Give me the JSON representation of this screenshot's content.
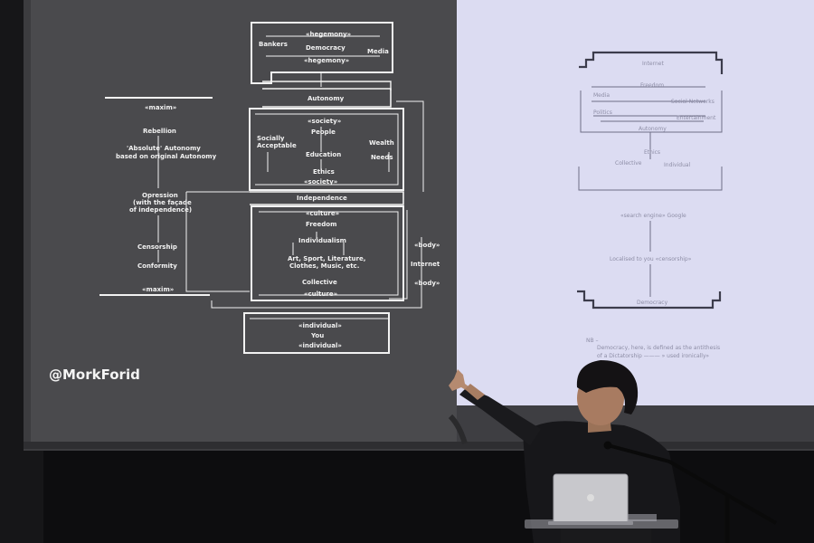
{
  "handle": "@MorkForid",
  "left_diagram": {
    "hegemony_top": "«hegemony»",
    "bankers": "Bankers",
    "democracy": "Democracy",
    "media": "Media",
    "hegemony_bottom": "«hegemony»",
    "autonomy": "Autonomy",
    "maxim_top": "«maxim»",
    "rebellion": "Rebellion",
    "absolute_1": "'Absolute' Autonomy",
    "absolute_2": "based on original Autonomy",
    "opression_1": "Opression",
    "opression_2": "(with the façade",
    "opression_3": "of independence)",
    "censorship": "Censorship",
    "conformity": "Conformity",
    "maxim_bottom": "«maxim»",
    "society_top": "«society»",
    "people": "People",
    "socially_1": "Socially",
    "socially_2": "Acceptable",
    "wealth": "Wealth",
    "education": "Education",
    "needs": "Needs",
    "ethics": "Ethics",
    "society_bottom": "«society»",
    "independence": "Independence",
    "culture_top": "«culture»",
    "freedom": "Freedom",
    "individualism": "Individualism",
    "art_1": "Art, Sport, Literature,",
    "art_2": "Clothes, Music, etc.",
    "collective": "Collective",
    "culture_bottom": "«culture»",
    "body_top": "«body»",
    "internet": "Internet",
    "body_bottom": "«body»",
    "individual_top": "«individual»",
    "you": "You",
    "individual_bottom": "«individual»"
  },
  "right_diagram": {
    "internet": "Internet",
    "freedom": "Freedom",
    "media": "Media",
    "social_networks": "Social Networks",
    "politics": "Politics",
    "entertainment": "Entertainment",
    "autonomy": "Autonomy",
    "ethics": "Ethics",
    "collective": "Collective",
    "individual": "Individual",
    "search_engine": "«search engine» Google",
    "localised": "Localised to you «censorship»",
    "democracy": "Democracy",
    "nb": "NB –",
    "nb_line_1": "Democracy, here, is defined as the antithesis",
    "nb_line_2": "of a Dictatorship ——— » used ironically»"
  },
  "colors": {
    "left_screen": "#4a4a4d",
    "right_screen": "#dcdcf2",
    "line_left": "#f2f2f2",
    "line_right": "#6e6e86",
    "laptop": "#c8c8cc"
  }
}
